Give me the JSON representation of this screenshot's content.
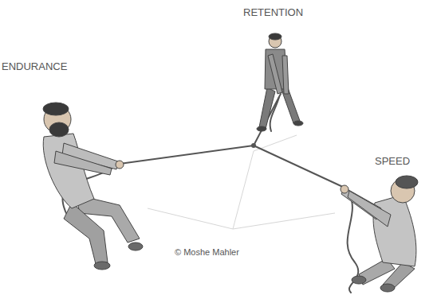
{
  "diagram": {
    "labels": [
      "RETENTION",
      "ENDURANCE",
      "SPEED",
      "© Moshe Mahler"
    ]
  }
}
